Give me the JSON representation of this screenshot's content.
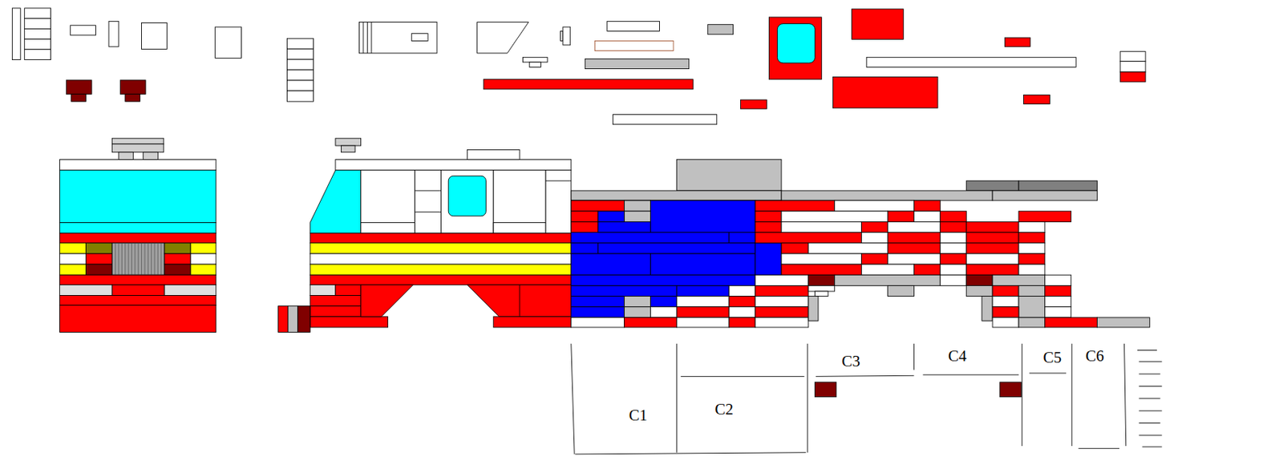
{
  "diagram": {
    "labels": [
      "C1",
      "C2",
      "C3",
      "C4",
      "C5",
      "C6"
    ]
  }
}
